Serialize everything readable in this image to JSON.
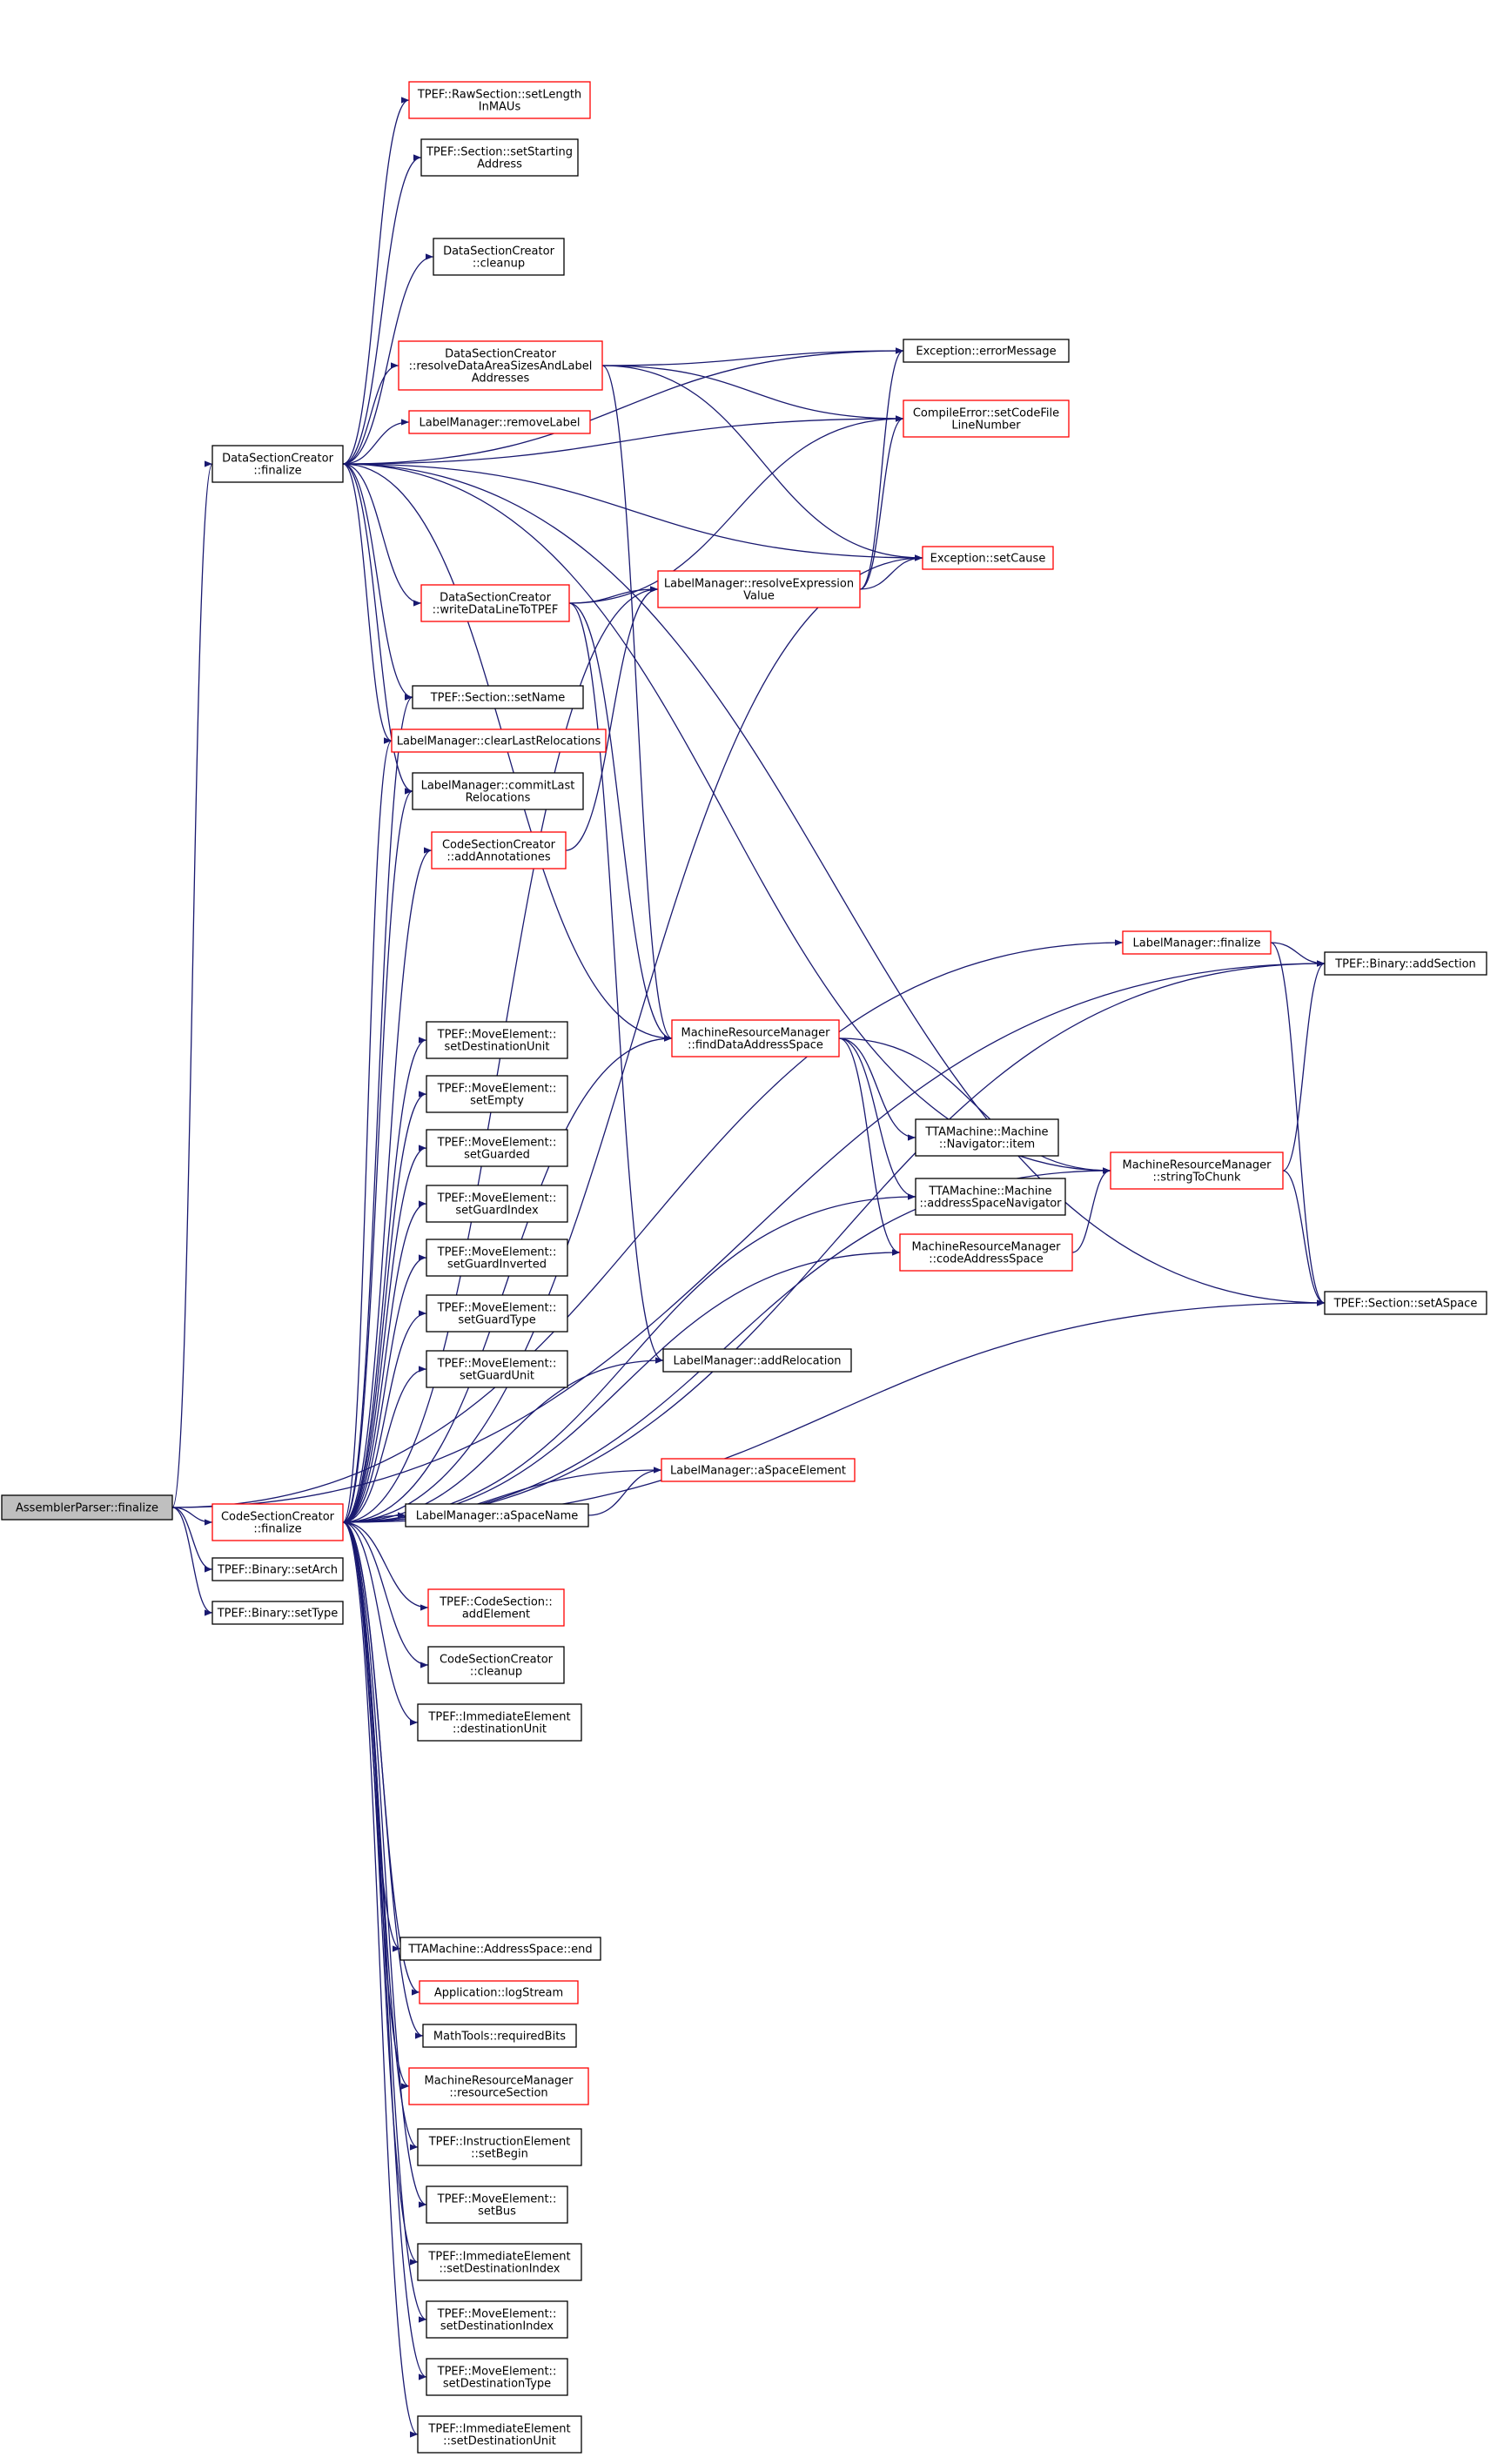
{
  "colors": {
    "edge": "#191970",
    "normal_border": "#000000",
    "red_border": "#ff0000",
    "root_fill": "#bfbfbf"
  },
  "nodes": [
    {
      "id": "root",
      "label": [
        "AssemblerParser::finalize"
      ],
      "style": "root"
    },
    {
      "id": "dsc_fin",
      "label": [
        "DataSectionCreator",
        "::finalize"
      ],
      "style": "black"
    },
    {
      "id": "csc_fin",
      "label": [
        "CodeSectionCreator",
        "::finalize"
      ],
      "style": "red"
    },
    {
      "id": "setArch",
      "label": [
        "TPEF::Binary::setArch"
      ],
      "style": "black"
    },
    {
      "id": "setType",
      "label": [
        "TPEF::Binary::setType"
      ],
      "style": "black"
    },
    {
      "id": "rawLen",
      "label": [
        "TPEF::RawSection::setLength",
        "InMAUs"
      ],
      "style": "red"
    },
    {
      "id": "secStart",
      "label": [
        "TPEF::Section::setStarting",
        "Address"
      ],
      "style": "black"
    },
    {
      "id": "dsc_clean",
      "label": [
        "DataSectionCreator",
        "::cleanup"
      ],
      "style": "black"
    },
    {
      "id": "resolveData",
      "label": [
        "DataSectionCreator",
        "::resolveDataAreaSizesAndLabel",
        "Addresses"
      ],
      "style": "red"
    },
    {
      "id": "removeLabel",
      "label": [
        "LabelManager::removeLabel"
      ],
      "style": "red"
    },
    {
      "id": "writeData",
      "label": [
        "DataSectionCreator",
        "::writeDataLineToTPEF"
      ],
      "style": "red"
    },
    {
      "id": "setName",
      "label": [
        "TPEF::Section::setName"
      ],
      "style": "black"
    },
    {
      "id": "clearReloc",
      "label": [
        "LabelManager::clearLastRelocations"
      ],
      "style": "red"
    },
    {
      "id": "commitReloc",
      "label": [
        "LabelManager::commitLast",
        "Relocations"
      ],
      "style": "black"
    },
    {
      "id": "addAnnot",
      "label": [
        "CodeSectionCreator",
        "::addAnnotationes"
      ],
      "style": "red"
    },
    {
      "id": "errMsg",
      "label": [
        "Exception::errorMessage"
      ],
      "style": "black"
    },
    {
      "id": "setCodeFile",
      "label": [
        "CompileError::setCodeFile",
        "LineNumber"
      ],
      "style": "red"
    },
    {
      "id": "setCause",
      "label": [
        "Exception::setCause"
      ],
      "style": "red"
    },
    {
      "id": "resolveExpr",
      "label": [
        "LabelManager::resolveExpression",
        "Value"
      ],
      "style": "red"
    },
    {
      "id": "lm_fin",
      "label": [
        "LabelManager::finalize"
      ],
      "style": "red"
    },
    {
      "id": "addSection",
      "label": [
        "TPEF::Binary::addSection"
      ],
      "style": "black"
    },
    {
      "id": "findData",
      "label": [
        "MachineResourceManager",
        "::findDataAddressSpace"
      ],
      "style": "red"
    },
    {
      "id": "navItem",
      "label": [
        "TTAMachine::Machine",
        "::Navigator::item"
      ],
      "style": "black"
    },
    {
      "id": "asNav",
      "label": [
        "TTAMachine::Machine",
        "::addressSpaceNavigator"
      ],
      "style": "black"
    },
    {
      "id": "codeAS",
      "label": [
        "MachineResourceManager",
        "::codeAddressSpace"
      ],
      "style": "red"
    },
    {
      "id": "strChunk",
      "label": [
        "MachineResourceManager",
        "::stringToChunk"
      ],
      "style": "red"
    },
    {
      "id": "setASpace",
      "label": [
        "TPEF::Section::setASpace"
      ],
      "style": "black"
    },
    {
      "id": "me_destUnit",
      "label": [
        "TPEF::MoveElement::",
        "setDestinationUnit"
      ],
      "style": "black"
    },
    {
      "id": "me_empty",
      "label": [
        "TPEF::MoveElement::",
        "setEmpty"
      ],
      "style": "black"
    },
    {
      "id": "me_guarded",
      "label": [
        "TPEF::MoveElement::",
        "setGuarded"
      ],
      "style": "black"
    },
    {
      "id": "me_gIdx",
      "label": [
        "TPEF::MoveElement::",
        "setGuardIndex"
      ],
      "style": "black"
    },
    {
      "id": "me_gInv",
      "label": [
        "TPEF::MoveElement::",
        "setGuardInverted"
      ],
      "style": "black"
    },
    {
      "id": "me_gType",
      "label": [
        "TPEF::MoveElement::",
        "setGuardType"
      ],
      "style": "black"
    },
    {
      "id": "me_gUnit",
      "label": [
        "TPEF::MoveElement::",
        "setGuardUnit"
      ],
      "style": "black"
    },
    {
      "id": "addReloc",
      "label": [
        "LabelManager::addRelocation"
      ],
      "style": "black"
    },
    {
      "id": "aSpaceEl",
      "label": [
        "LabelManager::aSpaceElement"
      ],
      "style": "red"
    },
    {
      "id": "aSpaceName",
      "label": [
        "LabelManager::aSpaceName"
      ],
      "style": "black"
    },
    {
      "id": "cs_addEl",
      "label": [
        "TPEF::CodeSection::",
        "addElement"
      ],
      "style": "red"
    },
    {
      "id": "csc_clean",
      "label": [
        "CodeSectionCreator",
        "::cleanup"
      ],
      "style": "black"
    },
    {
      "id": "ie_destUnit",
      "label": [
        "TPEF::ImmediateElement",
        "::destinationUnit"
      ],
      "style": "black"
    },
    {
      "id": "asEnd",
      "label": [
        "TTAMachine::AddressSpace::end"
      ],
      "style": "black"
    },
    {
      "id": "logStream",
      "label": [
        "Application::logStream"
      ],
      "style": "red"
    },
    {
      "id": "reqBits",
      "label": [
        "MathTools::requiredBits"
      ],
      "style": "black"
    },
    {
      "id": "resSection",
      "label": [
        "MachineResourceManager",
        "::resourceSection"
      ],
      "style": "red"
    },
    {
      "id": "ie_setBegin",
      "label": [
        "TPEF::InstructionElement",
        "::setBegin"
      ],
      "style": "black"
    },
    {
      "id": "me_setBus",
      "label": [
        "TPEF::MoveElement::",
        "setBus"
      ],
      "style": "black"
    },
    {
      "id": "ie_destIdx",
      "label": [
        "TPEF::ImmediateElement",
        "::setDestinationIndex"
      ],
      "style": "black"
    },
    {
      "id": "me_destIdx",
      "label": [
        "TPEF::MoveElement::",
        "setDestinationIndex"
      ],
      "style": "black"
    },
    {
      "id": "me_destType",
      "label": [
        "TPEF::MoveElement::",
        "setDestinationType"
      ],
      "style": "black"
    },
    {
      "id": "ie_setDestUnit",
      "label": [
        "TPEF::ImmediateElement",
        "::setDestinationUnit"
      ],
      "style": "black"
    }
  ],
  "edges": [
    [
      "root",
      "dsc_fin"
    ],
    [
      "root",
      "csc_fin"
    ],
    [
      "root",
      "setArch"
    ],
    [
      "root",
      "setType"
    ],
    [
      "root",
      "lm_fin"
    ],
    [
      "root",
      "addSection"
    ],
    [
      "dsc_fin",
      "rawLen"
    ],
    [
      "dsc_fin",
      "secStart"
    ],
    [
      "dsc_fin",
      "dsc_clean"
    ],
    [
      "dsc_fin",
      "resolveData"
    ],
    [
      "dsc_fin",
      "removeLabel"
    ],
    [
      "dsc_fin",
      "writeData"
    ],
    [
      "dsc_fin",
      "setName"
    ],
    [
      "dsc_fin",
      "clearReloc"
    ],
    [
      "dsc_fin",
      "commitReloc"
    ],
    [
      "dsc_fin",
      "errMsg"
    ],
    [
      "dsc_fin",
      "setCodeFile"
    ],
    [
      "dsc_fin",
      "setCause"
    ],
    [
      "dsc_fin",
      "findData"
    ],
    [
      "dsc_fin",
      "strChunk"
    ],
    [
      "dsc_fin",
      "setASpace"
    ],
    [
      "resolveData",
      "errMsg"
    ],
    [
      "resolveData",
      "setCodeFile"
    ],
    [
      "resolveData",
      "setCause"
    ],
    [
      "resolveData",
      "findData"
    ],
    [
      "writeData",
      "resolveExpr"
    ],
    [
      "writeData",
      "setCodeFile"
    ],
    [
      "writeData",
      "findData"
    ],
    [
      "writeData",
      "addReloc"
    ],
    [
      "resolveExpr",
      "errMsg"
    ],
    [
      "resolveExpr",
      "setCodeFile"
    ],
    [
      "resolveExpr",
      "setCause"
    ],
    [
      "addAnnot",
      "resolveExpr"
    ],
    [
      "lm_fin",
      "addSection"
    ],
    [
      "lm_fin",
      "setASpace"
    ],
    [
      "findData",
      "navItem"
    ],
    [
      "findData",
      "asNav"
    ],
    [
      "findData",
      "codeAS"
    ],
    [
      "findData",
      "strChunk"
    ],
    [
      "codeAS",
      "strChunk"
    ],
    [
      "strChunk",
      "addSection"
    ],
    [
      "strChunk",
      "setASpace"
    ],
    [
      "aSpaceName",
      "aSpaceEl"
    ],
    [
      "csc_fin",
      "setName"
    ],
    [
      "csc_fin",
      "clearReloc"
    ],
    [
      "csc_fin",
      "commitReloc"
    ],
    [
      "csc_fin",
      "addAnnot"
    ],
    [
      "csc_fin",
      "resolveExpr"
    ],
    [
      "csc_fin",
      "setCause"
    ],
    [
      "csc_fin",
      "addSection"
    ],
    [
      "csc_fin",
      "me_destUnit"
    ],
    [
      "csc_fin",
      "me_empty"
    ],
    [
      "csc_fin",
      "me_guarded"
    ],
    [
      "csc_fin",
      "me_gIdx"
    ],
    [
      "csc_fin",
      "me_gInv"
    ],
    [
      "csc_fin",
      "me_gType"
    ],
    [
      "csc_fin",
      "me_gUnit"
    ],
    [
      "csc_fin",
      "addReloc"
    ],
    [
      "csc_fin",
      "aSpaceEl"
    ],
    [
      "csc_fin",
      "aSpaceName"
    ],
    [
      "csc_fin",
      "findData"
    ],
    [
      "csc_fin",
      "cs_addEl"
    ],
    [
      "csc_fin",
      "csc_clean"
    ],
    [
      "csc_fin",
      "ie_destUnit"
    ],
    [
      "csc_fin",
      "codeAS"
    ],
    [
      "csc_fin",
      "asNav"
    ],
    [
      "csc_fin",
      "strChunk"
    ],
    [
      "csc_fin",
      "setASpace"
    ],
    [
      "csc_fin",
      "asEnd"
    ],
    [
      "csc_fin",
      "logStream"
    ],
    [
      "csc_fin",
      "reqBits"
    ],
    [
      "csc_fin",
      "resSection"
    ],
    [
      "csc_fin",
      "ie_setBegin"
    ],
    [
      "csc_fin",
      "me_setBus"
    ],
    [
      "csc_fin",
      "ie_destIdx"
    ],
    [
      "csc_fin",
      "me_destIdx"
    ],
    [
      "csc_fin",
      "me_destType"
    ],
    [
      "csc_fin",
      "ie_setDestUnit"
    ]
  ]
}
